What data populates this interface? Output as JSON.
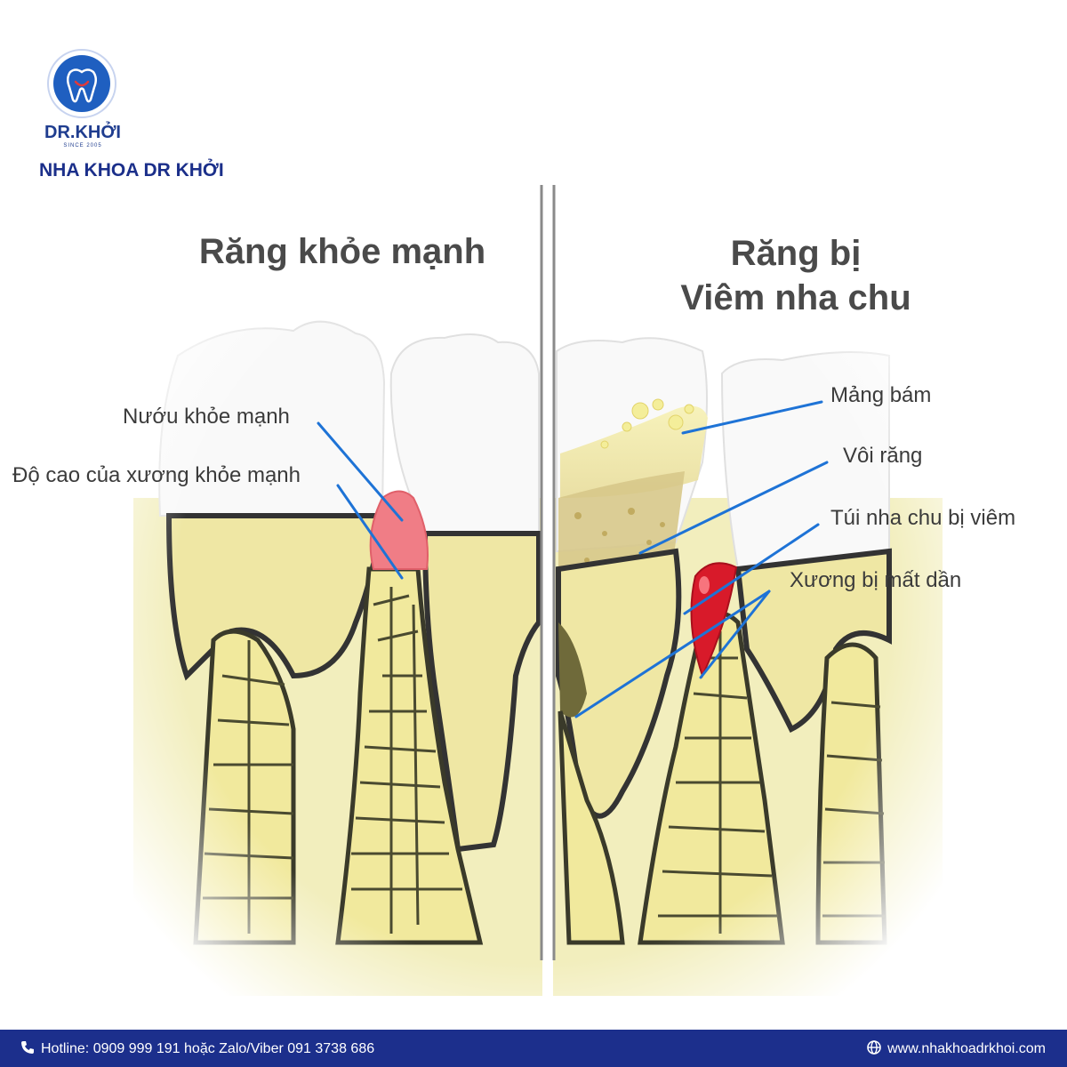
{
  "brand": {
    "logo_name": "DR.KHỞI",
    "logo_since": "SINCE 2005",
    "clinic_name": "NHA KHOA DR KHỞI",
    "primary_color": "#1c2f8c"
  },
  "panels": {
    "healthy": {
      "title": "Răng khỏe mạnh",
      "labels": [
        "Nướu khỏe mạnh",
        "Độ cao của xương khỏe mạnh"
      ]
    },
    "diseased": {
      "title_line1": "Răng bị",
      "title_line2": "Viêm nha chu",
      "labels": [
        "Mảng bám",
        "Vôi răng",
        "Túi nha chu bị viêm",
        "Xương bị mất dần"
      ]
    }
  },
  "footer": {
    "hotline": "Hotline: 0909 999 191 hoặc Zalo/Viber 091 3738 686",
    "website": "www.nhakhoadrkhoi.com",
    "phone_icon": "phone-icon",
    "globe_icon": "globe-icon"
  },
  "colors": {
    "tooth": "#fafafa",
    "root": "#f0ecb0",
    "bone": "#eee9a2",
    "healthy_gum": "#f07d86",
    "inflamed_pocket": "#d81a2a",
    "pointer_line": "#1e73d6",
    "divider": "#8a8a8a"
  }
}
